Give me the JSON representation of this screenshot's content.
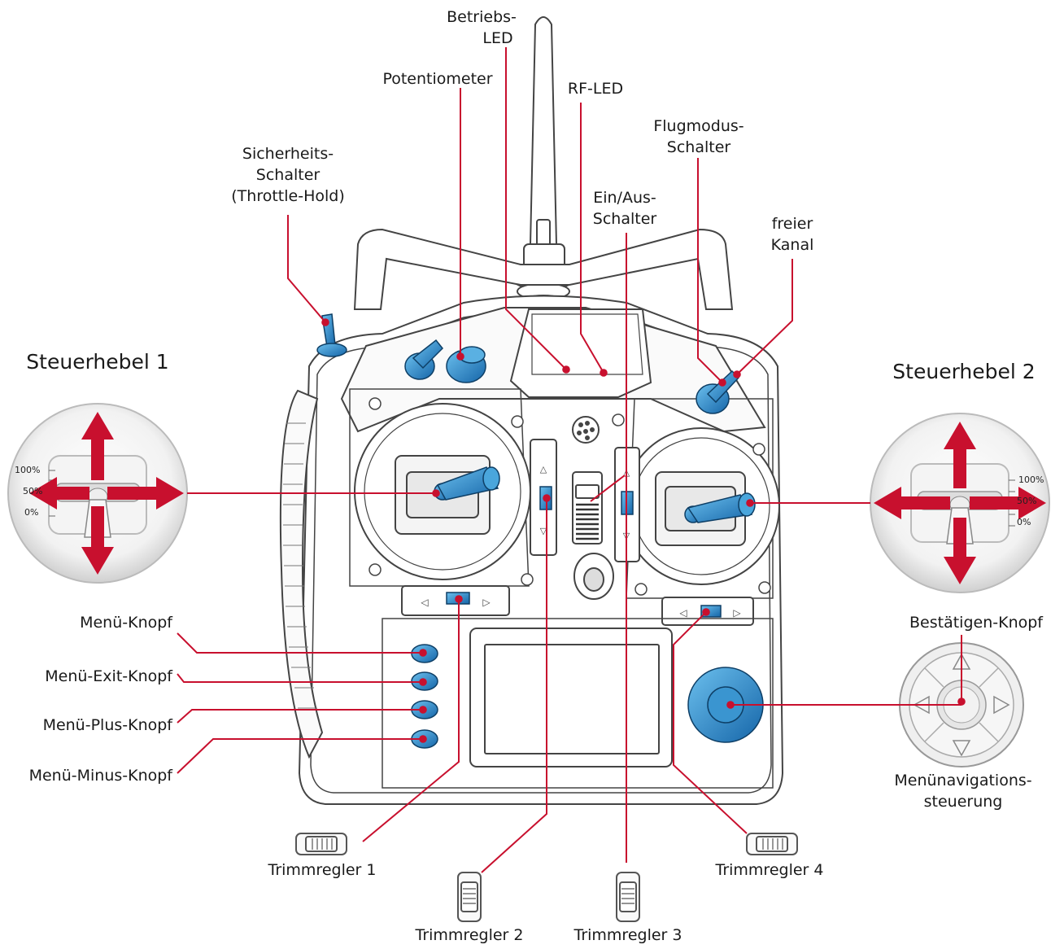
{
  "labels": {
    "betriebs_led": [
      "Betriebs-",
      "LED"
    ],
    "potentiometer": "Potentiometer",
    "rf_led": "RF-LED",
    "flugmodus": [
      "Flugmodus-",
      "Schalter"
    ],
    "sicherheit": [
      "Sicherheits-",
      "Schalter",
      "(Throttle-Hold)"
    ],
    "ein_aus": [
      "Ein/Aus-",
      "Schalter"
    ],
    "freier_kanal": [
      "freier",
      "Kanal"
    ],
    "steuerhebel_1": "Steuerhebel 1",
    "steuerhebel_2": "Steuerhebel 2",
    "menu_knopf": "Menü-Knopf",
    "menu_exit": "Menü-Exit-Knopf",
    "menu_plus": "Menü-Plus-Knopf",
    "menu_minus": "Menü-Minus-Knopf",
    "bestaetigen": "Bestätigen-Knopf",
    "menunav": [
      "Menünavigations-",
      "steuerung"
    ],
    "trimm_1": "Trimmregler 1",
    "trimm_2": "Trimmregler 2",
    "trimm_3": "Trimmregler 3",
    "trimm_4": "Trimmregler 4"
  },
  "stick_scale": {
    "top": "100%",
    "mid": "50%",
    "bottom": "0%"
  },
  "colors": {
    "callout": "#c8102e",
    "control": "#1e7fc0",
    "outline": "#444444"
  }
}
